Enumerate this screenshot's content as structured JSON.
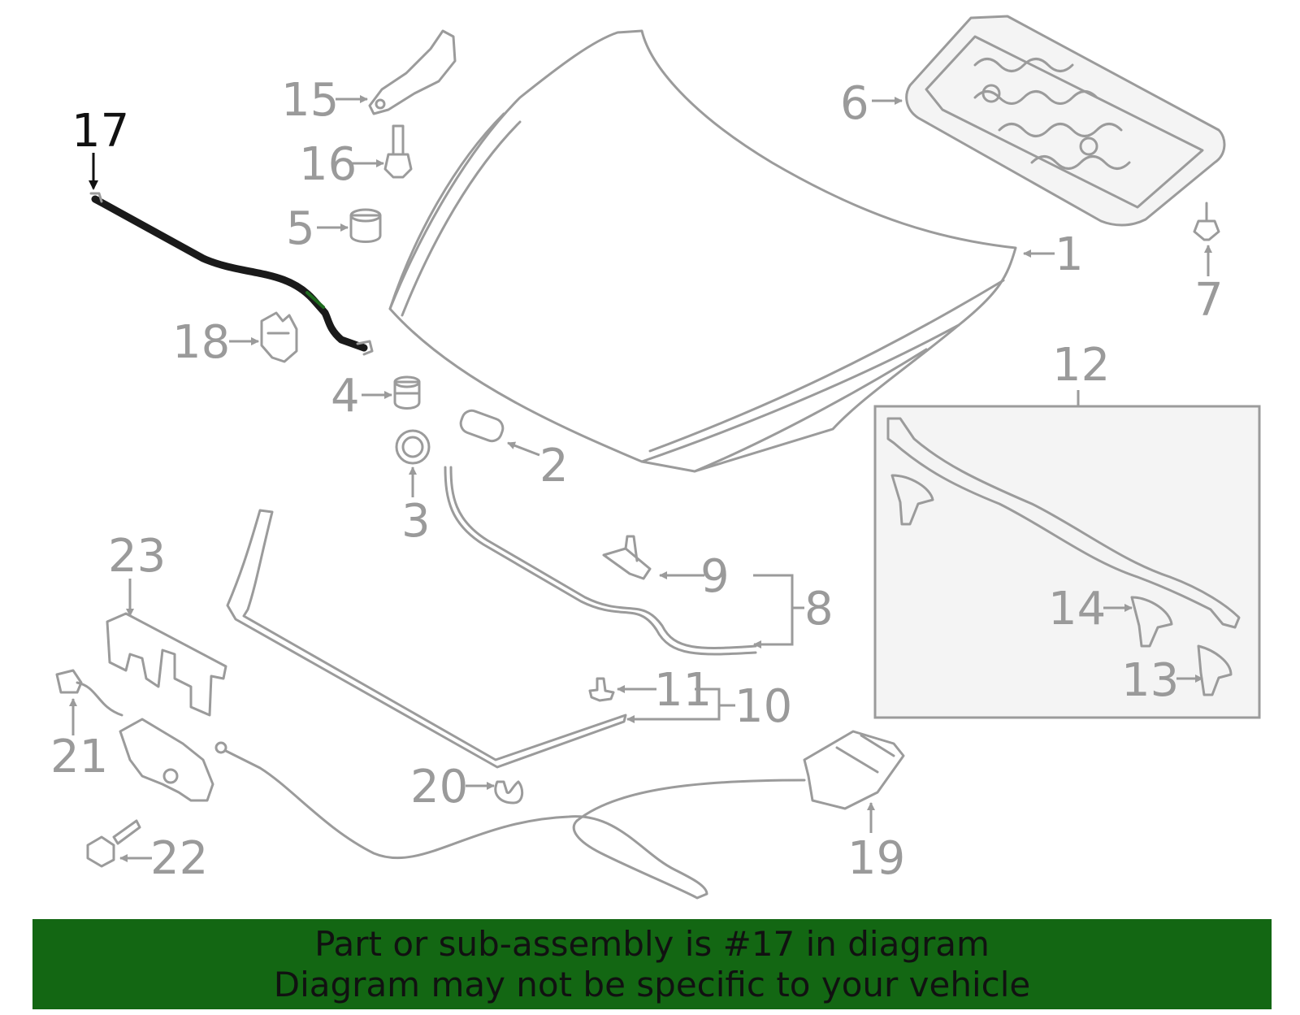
{
  "labels": {
    "p1": "1",
    "p2": "2",
    "p3": "3",
    "p4": "4",
    "p5": "5",
    "p6": "6",
    "p7": "7",
    "p8": "8",
    "p9": "9",
    "p10": "10",
    "p11": "11",
    "p12": "12",
    "p13": "13",
    "p14": "14",
    "p15": "15",
    "p16": "16",
    "p17": "17",
    "p18": "18",
    "p19": "19",
    "p20": "20",
    "p21": "21",
    "p22": "22",
    "p23": "23"
  },
  "highlight": {
    "part_number": "17",
    "color": "#1e6b1e"
  },
  "banner": {
    "line1": "Part or sub-assembly is #17 in diagram",
    "line2": "Diagram may not be specific to your vehicle",
    "background": "#136713"
  }
}
